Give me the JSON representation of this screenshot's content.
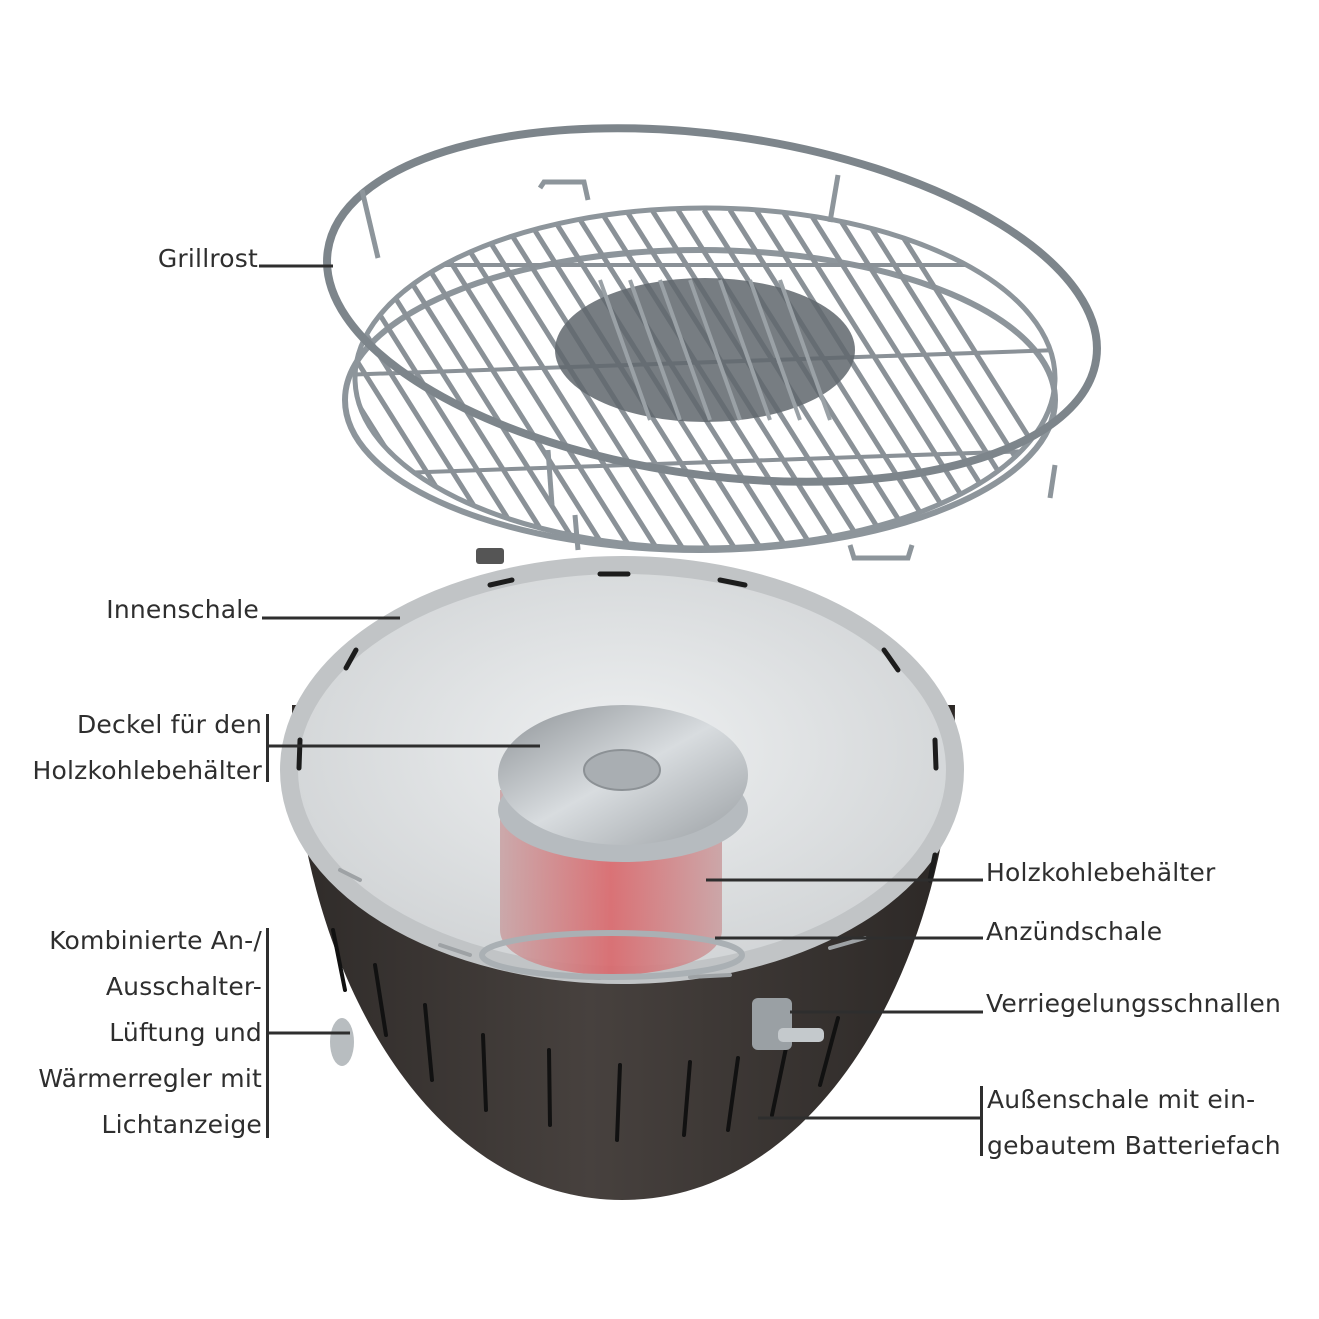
{
  "diagram": {
    "title": "",
    "colors": {
      "background": "#ffffff",
      "label_text": "#2e2e2e",
      "leader_line": "#2e2e2e",
      "steel": "#8d959b",
      "steel_dark": "#5d656b",
      "outer_shell": "#3a3533",
      "inner_shell": "#d9dadb",
      "inner_rim": "#c9cbcc",
      "coal_red": "#d9666a"
    },
    "components": [
      {
        "id": "grillrost",
        "lines": [
          "Grillrost"
        ]
      },
      {
        "id": "innenschale",
        "lines": [
          "Innenschale"
        ]
      },
      {
        "id": "deckel",
        "lines": [
          "Deckel für den",
          "Holzkohlebehälter"
        ]
      },
      {
        "id": "schalter",
        "lines": [
          "Kombinierte An-/",
          "Ausschalter-",
          "Lüftung und",
          "Wärmerregler mit",
          "Lichtanzeige"
        ]
      },
      {
        "id": "holzkohlebehaelter",
        "lines": [
          "Holzkohlebehälter"
        ]
      },
      {
        "id": "anzuendschale",
        "lines": [
          "Anzündschale"
        ]
      },
      {
        "id": "verriegelung",
        "lines": [
          "Verriegelungsschnallen"
        ]
      },
      {
        "id": "aussenschale",
        "lines": [
          "Außenschale mit ein-",
          "gebautem Batteriefach"
        ]
      }
    ]
  }
}
